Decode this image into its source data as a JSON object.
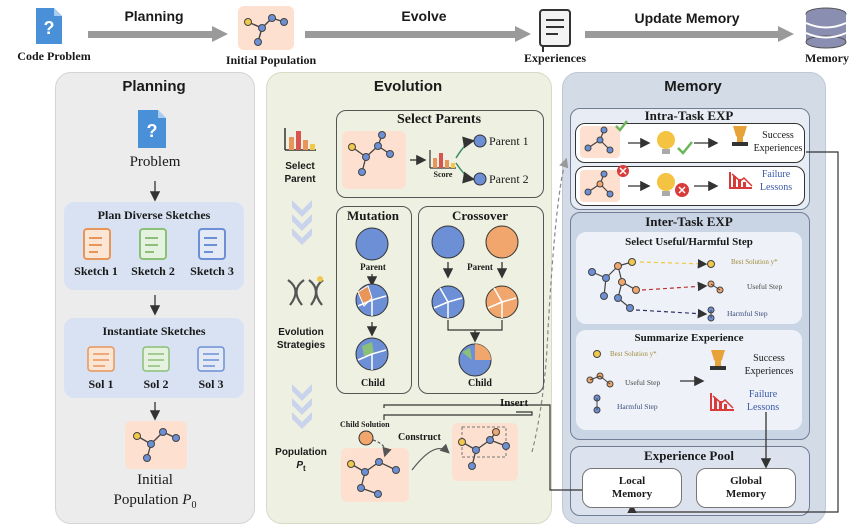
{
  "top": {
    "code_problem": "Code Problem",
    "planning": "Planning",
    "initial_population": "Initial Population",
    "evolve": "Evolve",
    "experiences": "Experiences",
    "update_memory": "Update Memory",
    "memory": "Memory"
  },
  "planning_panel": {
    "title": "Planning",
    "problem": "Problem",
    "plan_title": "Plan Diverse Sketches",
    "sketches": [
      "Sketch 1",
      "Sketch 2",
      "Sketch 3"
    ],
    "inst_title": "Instantiate Sketches",
    "sols": [
      "Sol 1",
      "Sol 2",
      "Sol 3"
    ],
    "initial": "Initial",
    "population": "Population",
    "p0": "P",
    "p0_sub": "0"
  },
  "evolution_panel": {
    "title": "Evolution",
    "select_parent": [
      "Select",
      "Parent"
    ],
    "evolution_strategies": [
      "Evolution",
      "Strategies"
    ],
    "population": "Population",
    "pt": "P",
    "pt_sub": "t",
    "select_parents_title": "Select Parents",
    "score": "Score",
    "parent1": "Parent 1",
    "parent2": "Parent 2",
    "mutation": "Mutation",
    "crossover": "Crossover",
    "parent": "Parent",
    "child": "Child",
    "insert": "Insert",
    "child_solution": "Child Solution",
    "construct": "Construct"
  },
  "memory_panel": {
    "title": "Memory",
    "intra_title": "Intra-Task EXP",
    "success": [
      "Success",
      "Experiences"
    ],
    "failure": [
      "Failure",
      "Lessons"
    ],
    "inter_title": "Inter-Task EXP",
    "select_step_title": "Select Useful/Harmful Step",
    "best_solution": "Best Solution y*",
    "useful_step": "Useful Step",
    "harmful_step": "Harmful Step",
    "summarize_title": "Summarize Experience",
    "pool_title": "Experience Pool",
    "local_memory": [
      "Local",
      "Memory"
    ],
    "global_memory": [
      "Global",
      "Memory"
    ]
  },
  "colors": {
    "planning_bg": "#ececec",
    "evolution_bg": "#eef0e1",
    "memory_bg": "#d3dbe6",
    "subbox_blue": "#d8e2f2",
    "node_blue": "#6c8fd6",
    "node_orange": "#e8955a",
    "node_yellow": "#f0c84a",
    "arrow_gray": "#9a9a9a",
    "failure_red": "#d93a3a"
  }
}
